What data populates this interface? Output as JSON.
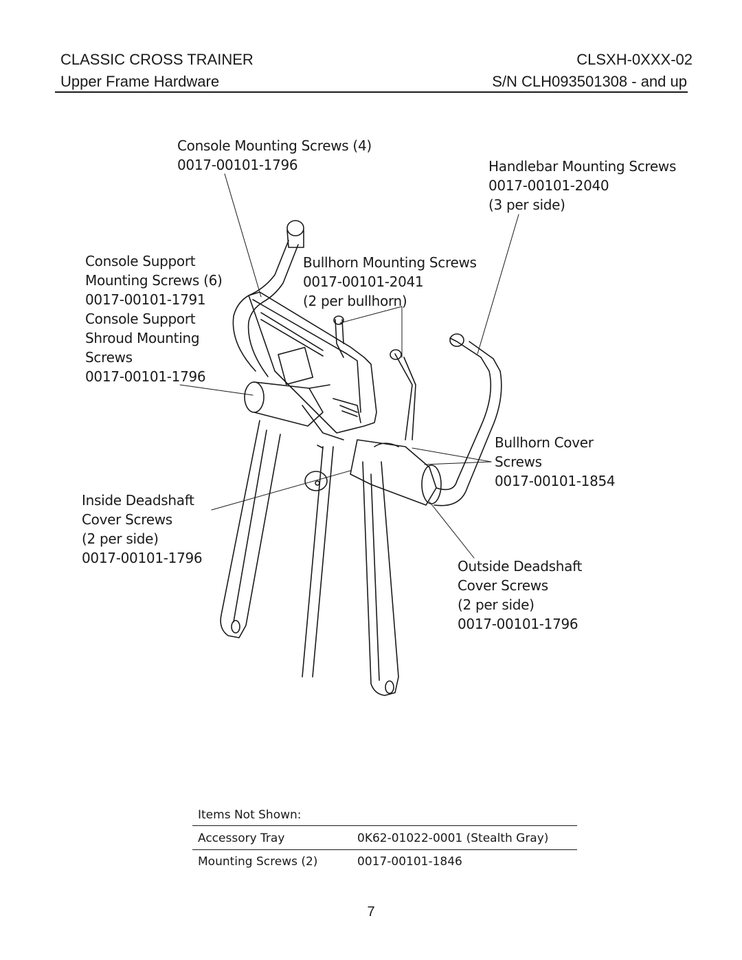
{
  "header": {
    "product": "CLASSIC CROSS TRAINER",
    "model": "CLSXH-0XXX-02",
    "section": "Upper Frame Hardware",
    "serial": "S/N CLH093501308 - and up"
  },
  "callouts": {
    "console_mounting": [
      "Console Mounting Screws (4)",
      "0017-00101-1796"
    ],
    "handlebar_mounting": [
      "Handlebar Mounting Screws",
      "0017-00101-2040",
      "(3 per side)"
    ],
    "console_support": [
      "Console Support",
      "Mounting Screws (6)",
      "0017-00101-1791",
      "Console Support",
      "Shroud Mounting",
      "Screws",
      "0017-00101-1796"
    ],
    "bullhorn_mounting": [
      "Bullhorn Mounting Screws",
      "0017-00101-2041",
      "(2 per bullhorn)"
    ],
    "bullhorn_cover": [
      "Bullhorn Cover",
      "Screws",
      "0017-00101-1854"
    ],
    "inside_deadshaft": [
      "Inside Deadshaft",
      "Cover Screws",
      "(2 per side)",
      "0017-00101-1796"
    ],
    "outside_deadshaft": [
      "Outside Deadshaft",
      "Cover Screws",
      "(2 per side)",
      "0017-00101-1796"
    ]
  },
  "items_not_shown": {
    "title": "Items Not Shown:",
    "rows": [
      {
        "item": "Accessory Tray",
        "part": "0K62-01022-0001 (Stealth Gray)"
      },
      {
        "item": "Mounting Screws (2)",
        "part": "0017-00101-1846"
      }
    ]
  },
  "page_number": "7"
}
